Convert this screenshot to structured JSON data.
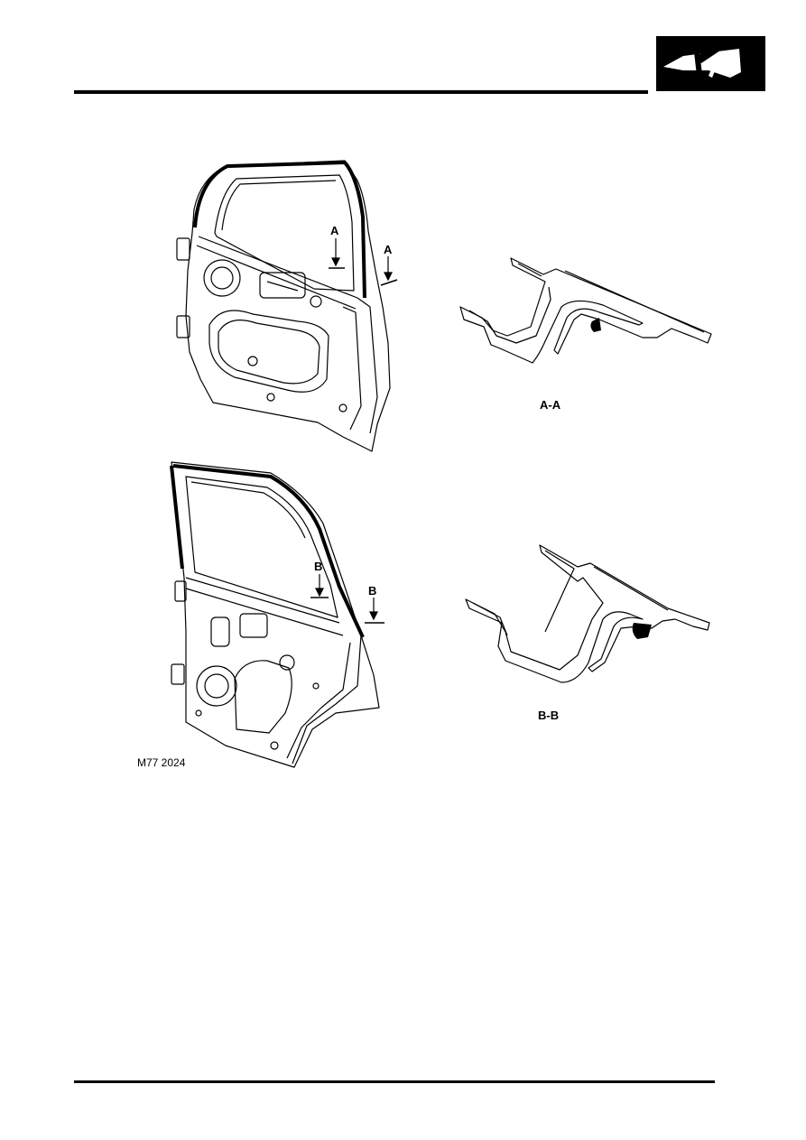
{
  "logo": {
    "icon": "hammer-body-repair-icon"
  },
  "figure": {
    "front_door": {
      "marker_left": "A",
      "marker_right": "A"
    },
    "rear_door": {
      "marker_left": "B",
      "marker_right": "B"
    },
    "section_a_caption": "A-A",
    "section_b_caption": "B-B",
    "reference": "M77 2024"
  }
}
